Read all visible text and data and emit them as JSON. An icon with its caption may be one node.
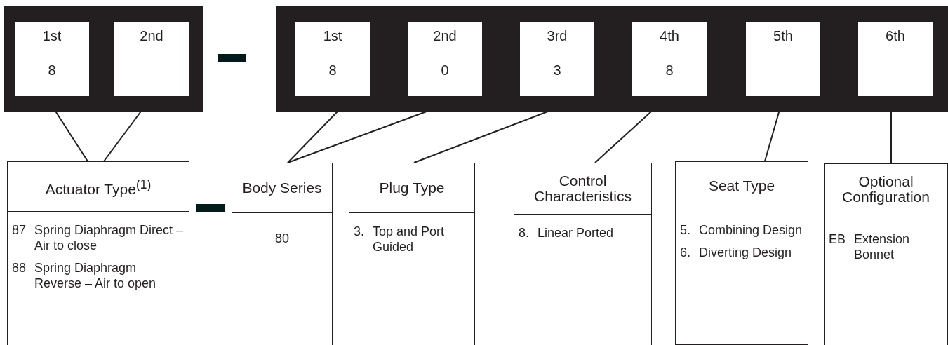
{
  "diagram": {
    "nodes": [
      {
        "text": [],
        "shape": "box"
      },
      {
        "text": [
          "1st",
          "8"
        ],
        "in": 0
      },
      {
        "text": [
          "2nd"
        ],
        "in": 0
      },
      {
        "text": [],
        "shape": "box"
      },
      {
        "text": [
          "1st",
          "8"
        ],
        "in": 3
      },
      {
        "text": [
          "2nd",
          "0"
        ],
        "in": 3
      },
      {
        "text": [
          "3rd",
          "3"
        ],
        "in": 3
      },
      {
        "text": [
          "4th",
          "8"
        ],
        "in": 3
      },
      {
        "text": [
          "5th"
        ],
        "in": 3
      },
      {
        "text": [
          "6th"
        ],
        "in": 3
      },
      {
        "text": [
          "Actuator Type$^{(1)}$",
          "87",
          "Spring Diaphragm Direct – Air to close",
          "88",
          "Spring Diaphragm Reverse – Air to open"
        ]
      },
      {
        "text": [
          "Body Series",
          "80"
        ]
      },
      {
        "text": [
          "Plug Type",
          "3.",
          "Top and Port Guided"
        ]
      },
      {
        "text": [
          "Control Characteristics",
          "8.",
          "Linear Ported"
        ]
      },
      {
        "text": [
          "Seat Type",
          "5.",
          "Combining Design",
          "6.",
          "Diverting Design"
        ]
      },
      {
        "text": [
          "Optional Configuration",
          "EB",
          "Extension Bonnet"
        ]
      }
    ],
    "edges": [
      {
        "from": 1,
        "to": 10,
        "arrow": "none"
      },
      {
        "from": 2,
        "to": 10,
        "arrow": "none"
      },
      {
        "from": 4,
        "to": 11,
        "arrow": "none"
      },
      {
        "from": 5,
        "to": 11,
        "arrow": "none"
      },
      {
        "from": 6,
        "to": 12,
        "arrow": "none"
      },
      {
        "from": 7,
        "to": 13,
        "arrow": "none"
      },
      {
        "from": 8,
        "to": 14,
        "arrow": "none"
      },
      {
        "from": 9,
        "to": 15,
        "arrow": "none"
      }
    ]
  }
}
